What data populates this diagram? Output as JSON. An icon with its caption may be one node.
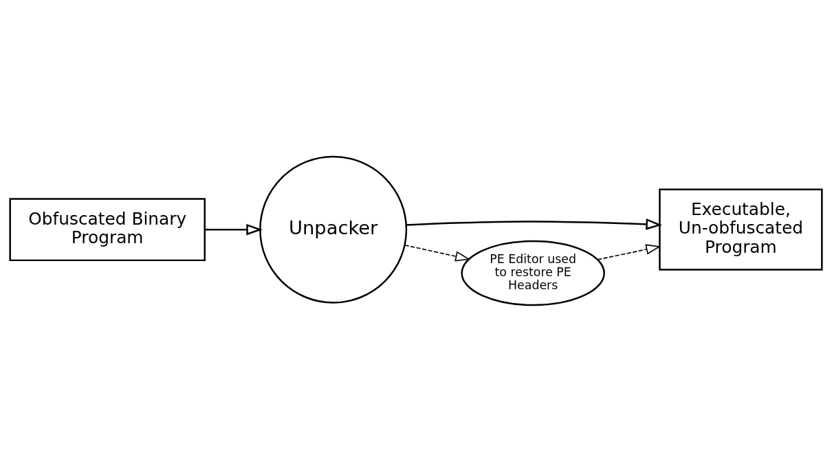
{
  "diagram": {
    "nodes": [
      {
        "text": [
          "Obfuscated Binary Program"
        ]
      },
      {
        "text": [
          "Unpacker"
        ]
      },
      {
        "text": [
          "Executable, Un-obfuscated Program"
        ]
      },
      {
        "text": [
          "PE Editor used to restore PE Headers"
        ]
      }
    ],
    "edges": [
      {
        "from": 0,
        "to": 1,
        "arrow": "to"
      },
      {
        "from": 1,
        "to": 2,
        "arrow": "to"
      },
      {
        "from": 1,
        "to": 3,
        "arrow": "to",
        "style": "dashed"
      },
      {
        "from": 3,
        "to": 2,
        "arrow": "to",
        "style": "dashed"
      }
    ]
  }
}
